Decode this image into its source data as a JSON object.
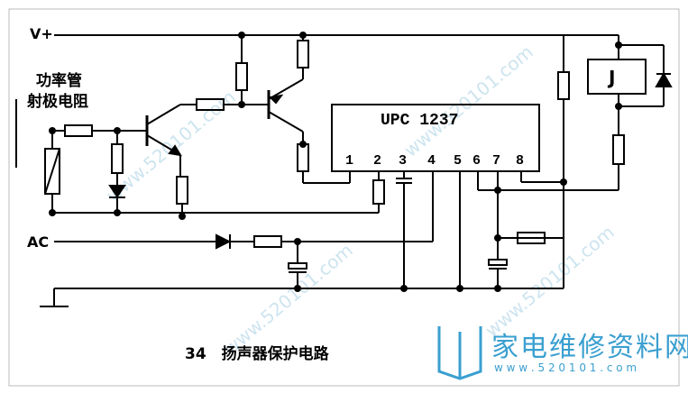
{
  "labels": {
    "vplus": "V+",
    "ac": "AC",
    "power_transistor_label_1": "功率管",
    "power_transistor_label_2": "射极电阻",
    "ic_name": "UPC 1237",
    "relay": "J",
    "caption": "34　扬声器保护电路"
  },
  "ic_pins": [
    "1",
    "2",
    "3",
    "4",
    "5",
    "6",
    "7",
    "8"
  ],
  "watermark": {
    "brand": "家电维修资料网",
    "url": "www.520101.com",
    "url_small": "w w w . 5 2 0 1 0 1 . c o m"
  },
  "colors": {
    "wire": "#000000",
    "watermark": "#9ccbe0",
    "logo": "#3a9fd0"
  }
}
